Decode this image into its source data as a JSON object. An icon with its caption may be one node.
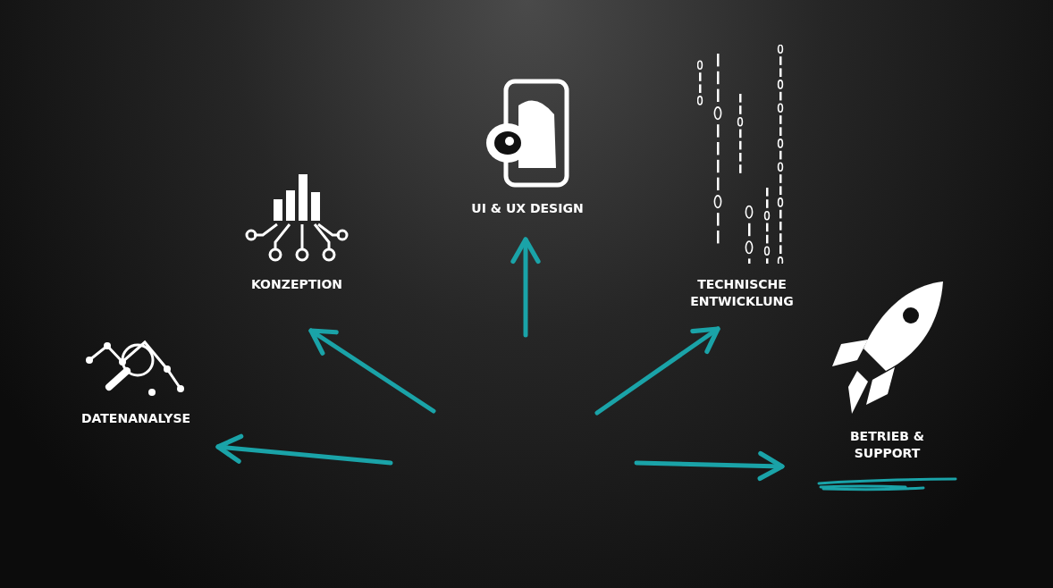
{
  "diagram": {
    "nodes": [
      {
        "text": [
          "DATENANALYSE"
        ]
      },
      {
        "text": [
          "KONZEPTION"
        ]
      },
      {
        "text": [
          "UI & UX DESIGN"
        ]
      },
      {
        "text": [
          "TECHNISCHE ENTWICKLUNG"
        ]
      },
      {
        "text": [
          "BETRIEB & SUPPORT"
        ]
      }
    ],
    "edges": [
      {
        "from": null,
        "to": 0,
        "arrow": "to"
      },
      {
        "from": null,
        "to": 1,
        "arrow": "to"
      },
      {
        "from": null,
        "to": 2,
        "arrow": "to"
      },
      {
        "from": null,
        "to": 3,
        "arrow": "to"
      },
      {
        "from": null,
        "to": 4,
        "arrow": "to"
      }
    ]
  }
}
